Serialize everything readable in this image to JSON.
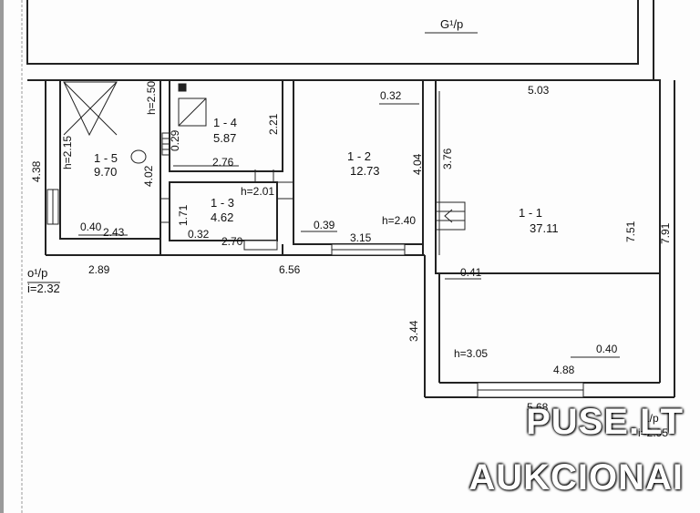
{
  "plan": {
    "top_label": "G¹/p",
    "left_level_label": "o¹/p",
    "left_level_value": "i=2.32",
    "bottom_label": "1/p",
    "bottom_level_value": "i=2.95",
    "rooms": [
      {
        "id": "1 - 1",
        "area": "37.11",
        "height": "h=3.05"
      },
      {
        "id": "1 - 2",
        "area": "12.73",
        "height": "h=2.40"
      },
      {
        "id": "1 - 3",
        "area": "4.62",
        "height": "h=2.01"
      },
      {
        "id": "1 - 4",
        "area": "5.87",
        "height": "h=2.50"
      },
      {
        "id": "1 - 5",
        "area": "9.70",
        "height": "h=2.15"
      }
    ],
    "dimensions": {
      "d503": "5.03",
      "d032a": "0.32",
      "d221": "2.21",
      "d029": "0.29",
      "d438": "4.38",
      "d276": "2.76",
      "d404": "4.04",
      "d376": "3.76",
      "d402": "4.02",
      "d171": "1.71",
      "d751": "7.51",
      "d791": "7.91",
      "d040a": "0.40",
      "d243": "2.43",
      "d032b": "0.32",
      "d270": "2.70",
      "d039": "0.39",
      "d315": "3.15",
      "d289": "2.89",
      "d656": "6.56",
      "d041": "0.41",
      "d344": "3.44",
      "d040b": "0.40",
      "d488": "4.88",
      "d568": "5.68"
    }
  },
  "watermark": {
    "line1": "PUSE.LT",
    "line2": "AUKCIONAI"
  }
}
